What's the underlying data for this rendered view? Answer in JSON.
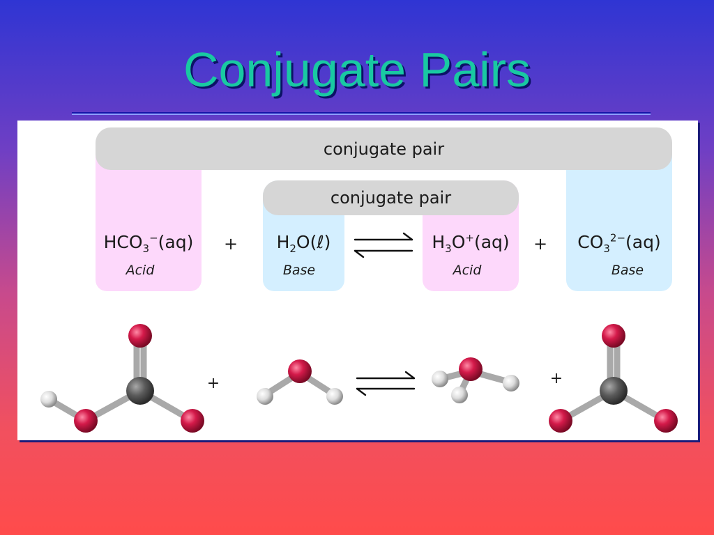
{
  "slide": {
    "title": "Conjugate Pairs"
  },
  "diagram": {
    "outer_pair_label": "conjugate pair",
    "inner_pair_label": "conjugate pair",
    "plus_sign": "+",
    "species": [
      {
        "formula_main": "HCO",
        "sub": "3",
        "sup": "−",
        "tail": "(aq)",
        "role": "Acid",
        "color": "#fdd8fb"
      },
      {
        "formula_main": "H",
        "sub": "2",
        "sup": "",
        "tail": "O(ℓ)",
        "role": "Base",
        "color": "#d4efff"
      },
      {
        "formula_main": "H",
        "sub": "3",
        "sup": "+",
        "tail": "(aq)",
        "role": "Acid",
        "color": "#fdd8fb"
      },
      {
        "formula_main": "CO",
        "sub": "3",
        "sup": "2−",
        "tail": "(aq)",
        "role": "Base",
        "color": "#d4efff"
      }
    ],
    "species3_mid": "O",
    "atom_colors": {
      "oxygen": "#c8163f",
      "carbon": "#555555",
      "hydrogen": "#e6e6e6",
      "bond": "#b9b9b9"
    }
  }
}
